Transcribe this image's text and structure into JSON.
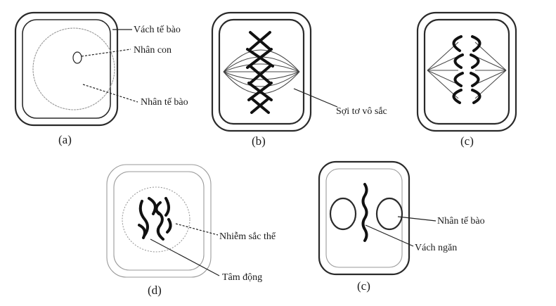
{
  "labels": {
    "cell_wall": "Vách tế bào",
    "nucleolus": "Nhân con",
    "nucleus_a": "Nhân tế bào",
    "spindle_fibers": "Sợi tơ vô sắc",
    "chromosome": "Nhiễm sắc thể",
    "centromere": "Tâm động",
    "nucleus_e": "Nhân tế bào",
    "partition": "Vách ngăn"
  },
  "captions": {
    "a": "(a)",
    "b": "(b)",
    "c": "(c)",
    "d": "(d)",
    "e": "(c)"
  }
}
